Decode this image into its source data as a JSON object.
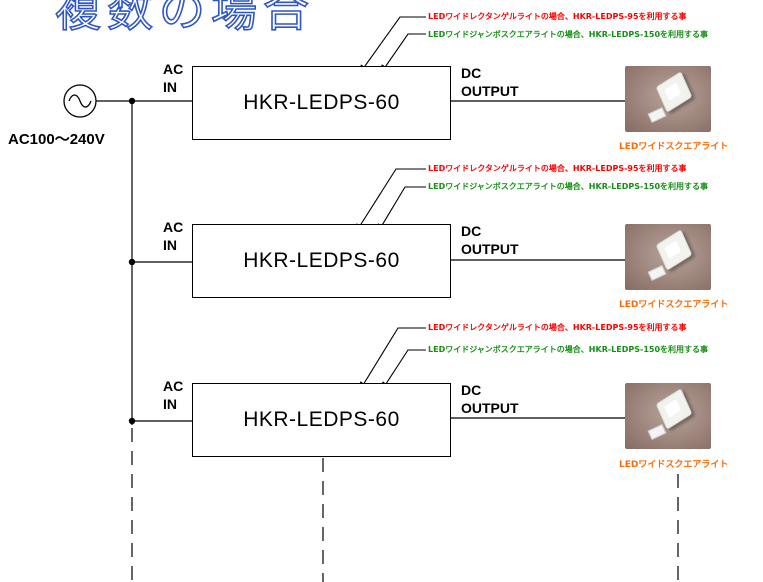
{
  "title": "複数の場合",
  "source": {
    "label": "AC100〜240V",
    "icon": "ac-source-icon"
  },
  "units": [
    {
      "ac_label": "AC\nIN",
      "device": "HKR-LEDPS-60",
      "dc_label": "DC\nOUTPUT",
      "note_red": "LEDワイドレクタンゲルライトの場合、HKR-LEDPS-95を利用する事",
      "note_green": "LEDワイドジャンボスクエアライトの場合、HKR-LEDPS-150を利用する事",
      "light_label": "LEDワイドスクエアライト",
      "light_icon": "led-square-light-photo"
    },
    {
      "ac_label": "AC\nIN",
      "device": "HKR-LEDPS-60",
      "dc_label": "DC\nOUTPUT",
      "note_red": "LEDワイドレクタンゲルライトの場合、HKR-LEDPS-95を利用する事",
      "note_green": "LEDワイドジャンボスクエアライトの場合、HKR-LEDPS-150を利用する事",
      "light_label": "LEDワイドスクエアライト",
      "light_icon": "led-square-light-photo"
    },
    {
      "ac_label": "AC\nIN",
      "device": "HKR-LEDPS-60",
      "dc_label": "DC\nOUTPUT",
      "note_red": "LEDワイドレクタンゲルライトの場合、HKR-LEDPS-95を利用する事",
      "note_green": "LEDワイドジャンボスクエアライトの場合、HKR-LEDPS-150を利用する事",
      "light_label": "LEDワイドスクエアライト",
      "light_icon": "led-square-light-photo"
    }
  ],
  "colors": {
    "title": "#2e56c9",
    "note_red": "#ff0000",
    "note_green": "#159015",
    "light_label": "#ff6a00",
    "lines": "#000000"
  }
}
